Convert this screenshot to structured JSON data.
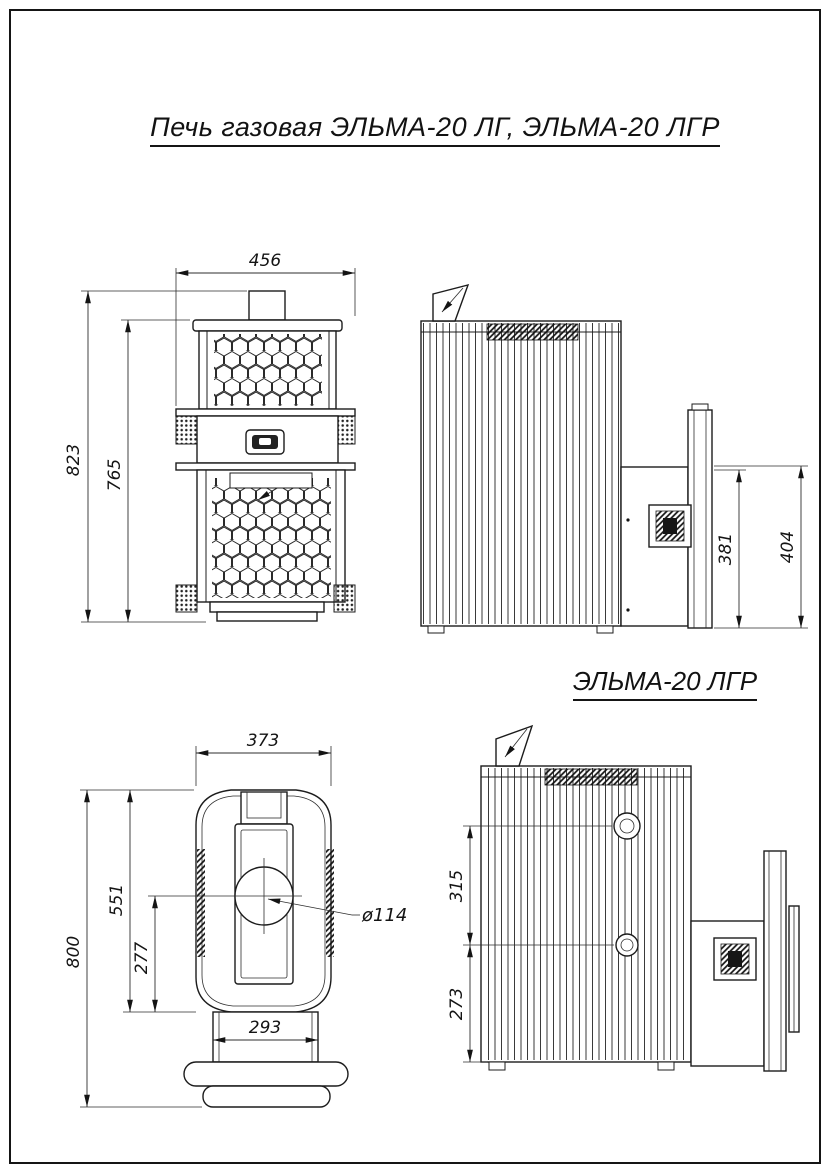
{
  "title": "Печь газовая ЭЛЬМА-20 ЛГ, ЭЛЬМА-20 ЛГР",
  "subtitle": "ЭЛЬМА-20 ЛГР",
  "front_view": {
    "dims": {
      "width": "456",
      "height_total": "823",
      "height_body": "765"
    }
  },
  "side_view": {
    "dims": {
      "bracket_height": "381",
      "panel_height": "404"
    }
  },
  "plan_view": {
    "dims": {
      "width": "373",
      "depth_total": "800",
      "depth_body": "551",
      "depth_center": "277",
      "base_width": "293",
      "flue_diameter": "ø114"
    }
  },
  "side_lgr_view": {
    "dims": {
      "port_spacing": "315",
      "port_bottom": "273"
    }
  }
}
